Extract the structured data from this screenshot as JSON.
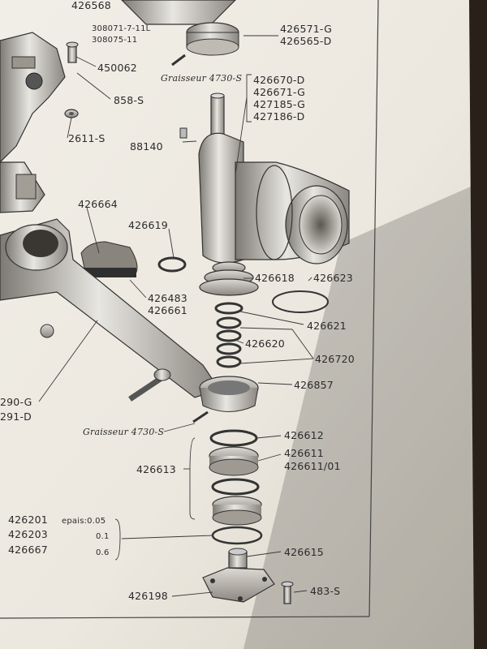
{
  "diagram": {
    "labels": {
      "l426568": "426568",
      "l308071": "308071-7-11L",
      "l308075": "308075-11",
      "l426571": "426571-G",
      "l426565": "426565-D",
      "l450062": "450062",
      "l858": "858-S",
      "lgrais1": "Graisseur 4730-S",
      "l426670": "426670-D",
      "l426671": "426671-G",
      "l427185": "427185-G",
      "l427186": "427186-D",
      "l2611": "2611-S",
      "l88140": "88140",
      "l426664": "426664",
      "l426619": "426619",
      "l426618": "426618",
      "l426623": "426623",
      "l426483": "426483",
      "l426661": "426661",
      "l426621": "426621",
      "l426620": "426620",
      "l426720": "426720",
      "l426857": "426857",
      "l290": "290-G",
      "l291": "291-D",
      "lgrais2": "Graisseur 4730-S",
      "l426612": "426612",
      "l426611": "426611",
      "l42661101": "426611/01",
      "l426613": "426613",
      "l426201": "426201",
      "lepais": "epais:0.05",
      "l426203": "426203",
      "lv01": "0.1",
      "l426667": "426667",
      "lv06": "0.6",
      "l426615": "426615",
      "l426198": "426198",
      "l483": "483-S"
    }
  }
}
